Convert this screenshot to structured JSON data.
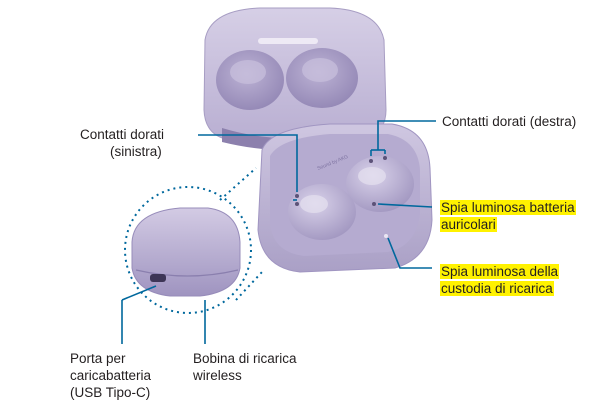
{
  "labels": {
    "left_contacts_l1": "Contatti dorati",
    "left_contacts_l2": "(sinistra)",
    "right_contacts": "Contatti dorati (destra)",
    "earbud_led_l1": "Spia luminosa batteria",
    "earbud_led_l2": "auricolari",
    "case_led_l1": "Spia luminosa della",
    "case_led_l2": "custodia di ricarica",
    "port_l1": "Porta per",
    "port_l2": "caricabatteria",
    "port_l3": "(USB Tipo-C)",
    "coil_l1": "Bobina di ricarica",
    "coil_l2": "wireless"
  },
  "case_print": "Sound by AKG",
  "colors": {
    "case_body": "#c7bedb",
    "case_shadow": "#a89dc4",
    "line": "#00689d",
    "highlight": "#fff200"
  }
}
